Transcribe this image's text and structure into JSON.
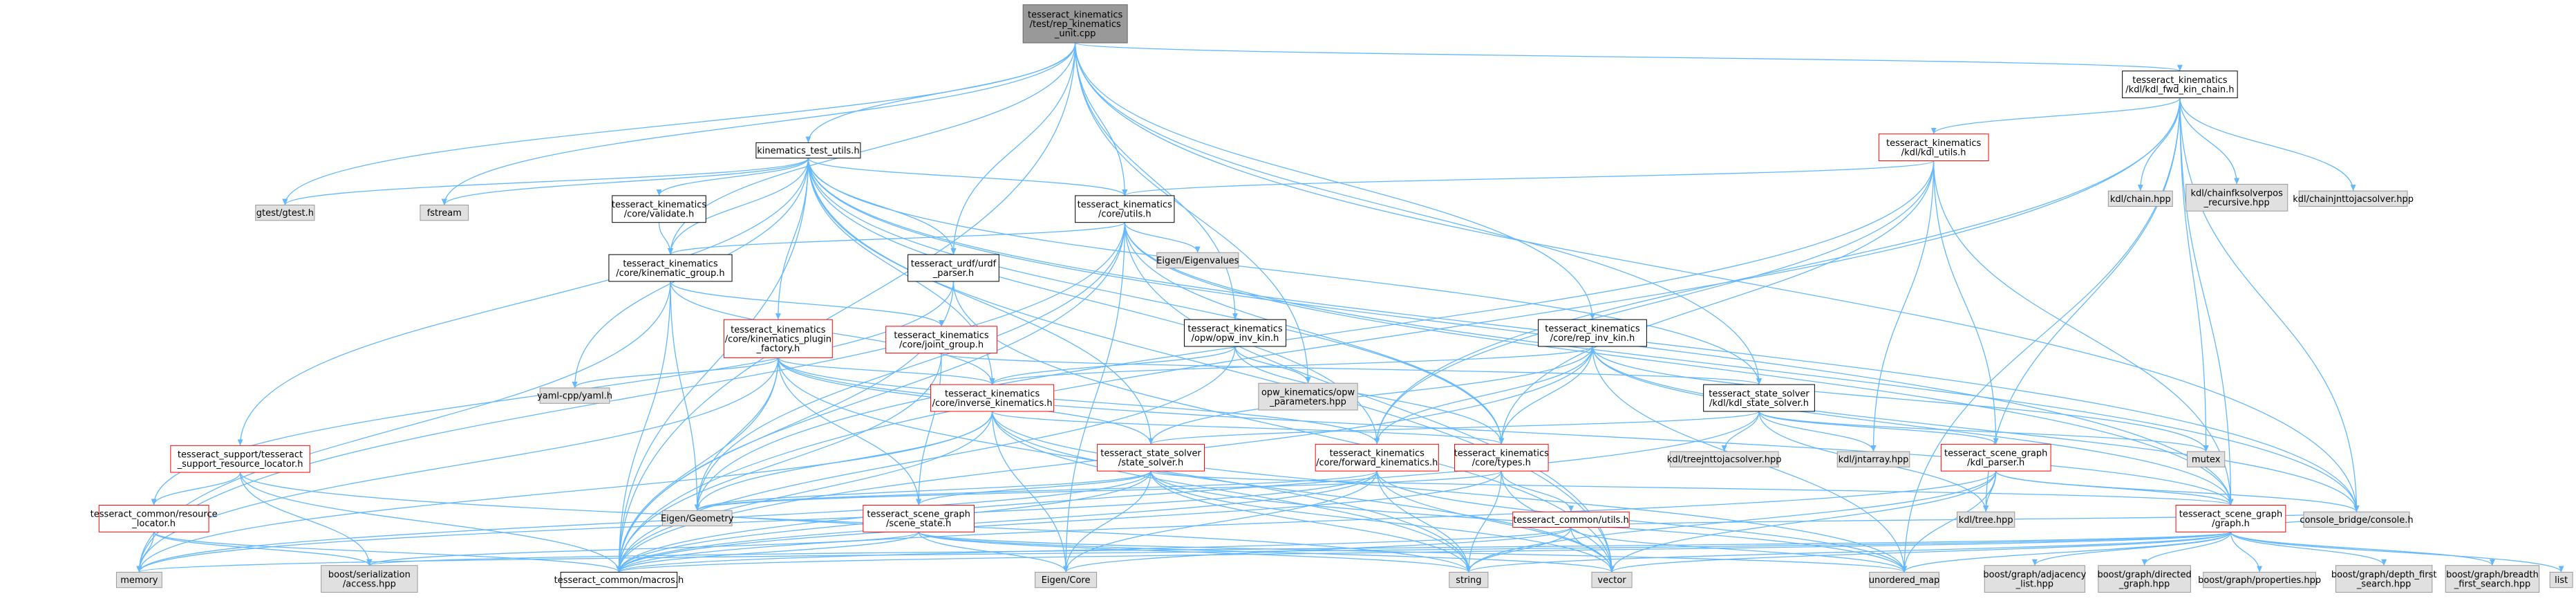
{
  "page": {
    "title": "Include dependency graph for rep_kinematics_unit.cpp"
  },
  "colors": {
    "edge": "#63b8ff",
    "root_fill": "#999999",
    "root_border": "#666666",
    "plain_fill": "#ffffff",
    "plain_border": "#000000",
    "linked_fill": "#ffffff",
    "linked_border": "#ff0000",
    "external_fill": "#e0e0e0",
    "external_border": "#999999"
  },
  "nodes": [
    {
      "id": "root",
      "lines": [
        "tesseract_kinematics",
        "/test/rep_kinematics",
        "_unit.cpp"
      ],
      "style": "root"
    },
    {
      "id": "kdl_fwd",
      "lines": [
        "tesseract_kinematics",
        "/kdl/kdl_fwd_kin_chain.h"
      ],
      "style": "plain"
    },
    {
      "id": "kin_test_utils",
      "lines": [
        "kinematics_test_utils.h"
      ],
      "style": "plain"
    },
    {
      "id": "kdl_utils",
      "lines": [
        "tesseract_kinematics",
        "/kdl/kdl_utils.h"
      ],
      "style": "linked"
    },
    {
      "id": "kdl_chain",
      "lines": [
        "kdl/chain.hpp"
      ],
      "style": "external"
    },
    {
      "id": "kdl_fksolver",
      "lines": [
        "kdl/chainfksolverpos",
        "_recursive.hpp"
      ],
      "style": "external"
    },
    {
      "id": "kdl_jnttojac",
      "lines": [
        "kdl/chainjnttojacsolver.hpp"
      ],
      "style": "external"
    },
    {
      "id": "gtest",
      "lines": [
        "gtest/gtest.h"
      ],
      "style": "external"
    },
    {
      "id": "fstream",
      "lines": [
        "fstream"
      ],
      "style": "external"
    },
    {
      "id": "core_validate",
      "lines": [
        "tesseract_kinematics",
        "/core/validate.h"
      ],
      "style": "plain"
    },
    {
      "id": "core_utils",
      "lines": [
        "tesseract_kinematics",
        "/core/utils.h"
      ],
      "style": "plain"
    },
    {
      "id": "eigenvalues",
      "lines": [
        "Eigen/Eigenvalues"
      ],
      "style": "external"
    },
    {
      "id": "core_kin_group",
      "lines": [
        "tesseract_kinematics",
        "/core/kinematic_group.h"
      ],
      "style": "plain"
    },
    {
      "id": "urdf_parser",
      "lines": [
        "tesseract_urdf/urdf",
        "_parser.h"
      ],
      "style": "plain"
    },
    {
      "id": "plugin_factory",
      "lines": [
        "tesseract_kinematics",
        "/core/kinematics_plugin",
        "_factory.h"
      ],
      "style": "linked"
    },
    {
      "id": "joint_group",
      "lines": [
        "tesseract_kinematics",
        "/core/joint_group.h"
      ],
      "style": "linked"
    },
    {
      "id": "opw_inv",
      "lines": [
        "tesseract_kinematics",
        "/opw/opw_inv_kin.h"
      ],
      "style": "plain"
    },
    {
      "id": "rep_inv",
      "lines": [
        "tesseract_kinematics",
        "/core/rep_inv_kin.h"
      ],
      "style": "plain"
    },
    {
      "id": "yaml",
      "lines": [
        "yaml-cpp/yaml.h"
      ],
      "style": "external"
    },
    {
      "id": "opw_params",
      "lines": [
        "opw_kinematics/opw",
        "_parameters.hpp"
      ],
      "style": "external"
    },
    {
      "id": "inv_kin",
      "lines": [
        "tesseract_kinematics",
        "/core/inverse_kinematics.h"
      ],
      "style": "linked"
    },
    {
      "id": "kdl_state_solver",
      "lines": [
        "tesseract_state_solver",
        "/kdl/kdl_state_solver.h"
      ],
      "style": "plain"
    },
    {
      "id": "resource_locator_sup",
      "lines": [
        "tesseract_support/tesseract",
        "_support_resource_locator.h"
      ],
      "style": "linked"
    },
    {
      "id": "resource_locator",
      "lines": [
        "tesseract_common/resource",
        "_locator.h"
      ],
      "style": "linked"
    },
    {
      "id": "state_solver",
      "lines": [
        "tesseract_state_solver",
        "/state_solver.h"
      ],
      "style": "linked"
    },
    {
      "id": "fwd_kin",
      "lines": [
        "tesseract_kinematics",
        "/core/forward_kinematics.h"
      ],
      "style": "linked"
    },
    {
      "id": "core_types",
      "lines": [
        "tesseract_kinematics",
        "/core/types.h"
      ],
      "style": "linked"
    },
    {
      "id": "kdl_treejnt",
      "lines": [
        "kdl/treejnttojacsolver.hpp"
      ],
      "style": "external"
    },
    {
      "id": "kdl_jntarray",
      "lines": [
        "kdl/jntarray.hpp"
      ],
      "style": "external"
    },
    {
      "id": "mutex",
      "lines": [
        "mutex"
      ],
      "style": "external"
    },
    {
      "id": "kdl_parser",
      "lines": [
        "tesseract_scene_graph",
        "/kdl_parser.h"
      ],
      "style": "linked"
    },
    {
      "id": "eigen_geometry",
      "lines": [
        "Eigen/Geometry"
      ],
      "style": "external"
    },
    {
      "id": "scene_state",
      "lines": [
        "tesseract_scene_graph",
        "/scene_state.h"
      ],
      "style": "linked"
    },
    {
      "id": "common_utils",
      "lines": [
        "tesseract_common/utils.h"
      ],
      "style": "linked"
    },
    {
      "id": "kdl_tree",
      "lines": [
        "kdl/tree.hpp"
      ],
      "style": "external"
    },
    {
      "id": "sg_graph",
      "lines": [
        "tesseract_scene_graph",
        "/graph.h"
      ],
      "style": "linked"
    },
    {
      "id": "console_bridge",
      "lines": [
        "console_bridge/console.h"
      ],
      "style": "external"
    },
    {
      "id": "memory",
      "lines": [
        "memory"
      ],
      "style": "external"
    },
    {
      "id": "boost_serial",
      "lines": [
        "boost/serialization",
        "/access.hpp"
      ],
      "style": "external"
    },
    {
      "id": "common_macros",
      "lines": [
        "tesseract_common/macros.h"
      ],
      "style": "plain"
    },
    {
      "id": "eigen_core",
      "lines": [
        "Eigen/Core"
      ],
      "style": "external"
    },
    {
      "id": "string",
      "lines": [
        "string"
      ],
      "style": "external"
    },
    {
      "id": "vector",
      "lines": [
        "vector"
      ],
      "style": "external"
    },
    {
      "id": "unordered_map",
      "lines": [
        "unordered_map"
      ],
      "style": "external"
    },
    {
      "id": "bg_adjacency",
      "lines": [
        "boost/graph/adjacency",
        "_list.hpp"
      ],
      "style": "external"
    },
    {
      "id": "bg_directed",
      "lines": [
        "boost/graph/directed",
        "_graph.hpp"
      ],
      "style": "external"
    },
    {
      "id": "bg_properties",
      "lines": [
        "boost/graph/properties.hpp"
      ],
      "style": "external"
    },
    {
      "id": "bg_dfs",
      "lines": [
        "boost/graph/depth_first",
        "_search.hpp"
      ],
      "style": "external"
    },
    {
      "id": "bg_bfs",
      "lines": [
        "boost/graph/breadth",
        "_first_search.hpp"
      ],
      "style": "external"
    },
    {
      "id": "list",
      "lines": [
        "list"
      ],
      "style": "external"
    }
  ],
  "edges": [
    [
      "root",
      "kdl_fwd"
    ],
    [
      "root",
      "kin_test_utils"
    ],
    [
      "root",
      "gtest"
    ],
    [
      "root",
      "fstream"
    ],
    [
      "root",
      "core_utils"
    ],
    [
      "root",
      "urdf_parser"
    ],
    [
      "root",
      "opw_inv"
    ],
    [
      "root",
      "rep_inv"
    ],
    [
      "root",
      "opw_params"
    ],
    [
      "root",
      "kdl_state_solver"
    ],
    [
      "root",
      "core_kin_group"
    ],
    [
      "root",
      "common_macros"
    ],
    [
      "root",
      "console_bridge"
    ],
    [
      "kdl_fwd",
      "kdl_utils"
    ],
    [
      "kdl_fwd",
      "kdl_chain"
    ],
    [
      "kdl_fwd",
      "kdl_fksolver"
    ],
    [
      "kdl_fwd",
      "kdl_jnttojac"
    ],
    [
      "kdl_fwd",
      "mutex"
    ],
    [
      "kdl_fwd",
      "console_bridge"
    ],
    [
      "kdl_fwd",
      "sg_graph"
    ],
    [
      "kdl_fwd",
      "fwd_kin"
    ],
    [
      "kdl_fwd",
      "common_macros"
    ],
    [
      "kdl_fwd",
      "unordered_map"
    ],
    [
      "kdl_fwd",
      "kdl_tree"
    ],
    [
      "kdl_utils",
      "core_utils"
    ],
    [
      "kdl_utils",
      "kdl_jntarray"
    ],
    [
      "kdl_utils",
      "kdl_parser"
    ],
    [
      "kdl_utils",
      "core_types"
    ],
    [
      "kdl_utils",
      "sg_graph"
    ],
    [
      "kdl_utils",
      "eigen_geometry"
    ],
    [
      "kdl_utils",
      "fwd_kin"
    ],
    [
      "kin_test_utils",
      "gtest"
    ],
    [
      "kin_test_utils",
      "fstream"
    ],
    [
      "kin_test_utils",
      "core_validate"
    ],
    [
      "kin_test_utils",
      "core_utils"
    ],
    [
      "kin_test_utils",
      "core_kin_group"
    ],
    [
      "kin_test_utils",
      "urdf_parser"
    ],
    [
      "kin_test_utils",
      "plugin_factory"
    ],
    [
      "kin_test_utils",
      "yaml"
    ],
    [
      "kin_test_utils",
      "resource_locator_sup"
    ],
    [
      "kin_test_utils",
      "fwd_kin"
    ],
    [
      "kin_test_utils",
      "inv_kin"
    ],
    [
      "kin_test_utils",
      "core_types"
    ],
    [
      "kin_test_utils",
      "sg_graph"
    ],
    [
      "kin_test_utils",
      "kdl_state_solver"
    ],
    [
      "kin_test_utils",
      "console_bridge"
    ],
    [
      "kin_test_utils",
      "common_macros"
    ],
    [
      "kin_test_utils",
      "vector"
    ],
    [
      "kin_test_utils",
      "state_solver"
    ],
    [
      "core_validate",
      "core_kin_group"
    ],
    [
      "core_utils",
      "core_kin_group"
    ],
    [
      "core_utils",
      "eigenvalues"
    ],
    [
      "core_utils",
      "core_types"
    ],
    [
      "core_utils",
      "sg_graph"
    ],
    [
      "core_utils",
      "eigen_core"
    ],
    [
      "core_utils",
      "console_bridge"
    ],
    [
      "core_utils",
      "common_macros"
    ],
    [
      "core_utils",
      "eigen_geometry"
    ],
    [
      "core_utils",
      "vector"
    ],
    [
      "core_utils",
      "memory"
    ],
    [
      "core_kin_group",
      "joint_group"
    ],
    [
      "core_kin_group",
      "inv_kin"
    ],
    [
      "core_kin_group",
      "common_macros"
    ],
    [
      "core_kin_group",
      "memory"
    ],
    [
      "core_kin_group",
      "eigen_geometry"
    ],
    [
      "urdf_parser",
      "common_macros"
    ],
    [
      "urdf_parser",
      "resource_locator"
    ],
    [
      "urdf_parser",
      "vector"
    ],
    [
      "plugin_factory",
      "yaml"
    ],
    [
      "plugin_factory",
      "inv_kin"
    ],
    [
      "plugin_factory",
      "fwd_kin"
    ],
    [
      "plugin_factory",
      "common_macros"
    ],
    [
      "plugin_factory",
      "scene_state"
    ],
    [
      "plugin_factory",
      "state_solver"
    ],
    [
      "plugin_factory",
      "memory"
    ],
    [
      "plugin_factory",
      "string"
    ],
    [
      "plugin_factory",
      "sg_graph"
    ],
    [
      "plugin_factory",
      "eigen_geometry"
    ],
    [
      "joint_group",
      "scene_state"
    ],
    [
      "joint_group",
      "kdl_state_solver"
    ],
    [
      "joint_group",
      "common_macros"
    ],
    [
      "opw_inv",
      "opw_params"
    ],
    [
      "opw_inv",
      "inv_kin"
    ],
    [
      "opw_inv",
      "core_types"
    ],
    [
      "opw_inv",
      "common_macros"
    ],
    [
      "rep_inv",
      "inv_kin"
    ],
    [
      "rep_inv",
      "fwd_kin"
    ],
    [
      "rep_inv",
      "core_types"
    ],
    [
      "rep_inv",
      "sg_graph"
    ],
    [
      "rep_inv",
      "console_bridge"
    ],
    [
      "rep_inv",
      "common_macros"
    ],
    [
      "rep_inv",
      "mutex"
    ],
    [
      "rep_inv",
      "state_solver"
    ],
    [
      "rep_inv",
      "unordered_map"
    ],
    [
      "inv_kin",
      "common_macros"
    ],
    [
      "inv_kin",
      "eigen_core"
    ],
    [
      "inv_kin",
      "eigen_geometry"
    ],
    [
      "inv_kin",
      "vector"
    ],
    [
      "inv_kin",
      "unordered_map"
    ],
    [
      "inv_kin",
      "string"
    ],
    [
      "inv_kin",
      "memory"
    ],
    [
      "inv_kin",
      "core_types"
    ],
    [
      "kdl_state_solver",
      "kdl_treejnt"
    ],
    [
      "kdl_state_solver",
      "kdl_jntarray"
    ],
    [
      "kdl_state_solver",
      "mutex"
    ],
    [
      "kdl_state_solver",
      "kdl_parser"
    ],
    [
      "kdl_state_solver",
      "state_solver"
    ],
    [
      "kdl_state_solver",
      "common_macros"
    ],
    [
      "kdl_state_solver",
      "kdl_tree"
    ],
    [
      "resource_locator_sup",
      "resource_locator"
    ],
    [
      "resource_locator_sup",
      "common_macros"
    ],
    [
      "resource_locator_sup",
      "boost_serial"
    ],
    [
      "resource_locator_sup",
      "string"
    ],
    [
      "resource_locator",
      "common_macros"
    ],
    [
      "resource_locator",
      "memory"
    ],
    [
      "resource_locator",
      "boost_serial"
    ],
    [
      "state_solver",
      "scene_state"
    ],
    [
      "state_solver",
      "sg_graph"
    ],
    [
      "state_solver",
      "common_macros"
    ],
    [
      "state_solver",
      "eigen_core"
    ],
    [
      "state_solver",
      "eigen_geometry"
    ],
    [
      "state_solver",
      "vector"
    ],
    [
      "state_solver",
      "string"
    ],
    [
      "state_solver",
      "unordered_map"
    ],
    [
      "state_solver",
      "memory"
    ],
    [
      "fwd_kin",
      "common_macros"
    ],
    [
      "fwd_kin",
      "eigen_core"
    ],
    [
      "fwd_kin",
      "eigen_geometry"
    ],
    [
      "fwd_kin",
      "vector"
    ],
    [
      "fwd_kin",
      "unordered_map"
    ],
    [
      "fwd_kin",
      "string"
    ],
    [
      "fwd_kin",
      "memory"
    ],
    [
      "core_types",
      "common_utils"
    ],
    [
      "core_types",
      "common_macros"
    ],
    [
      "core_types",
      "eigen_geometry"
    ],
    [
      "core_types",
      "vector"
    ],
    [
      "core_types",
      "string"
    ],
    [
      "kdl_parser",
      "kdl_tree"
    ],
    [
      "kdl_parser",
      "sg_graph"
    ],
    [
      "kdl_parser",
      "common_macros"
    ],
    [
      "kdl_parser",
      "console_bridge"
    ],
    [
      "kdl_parser",
      "unordered_map"
    ],
    [
      "kdl_parser",
      "string"
    ],
    [
      "kdl_parser",
      "vector"
    ],
    [
      "scene_state",
      "common_macros"
    ],
    [
      "scene_state",
      "eigen_core"
    ],
    [
      "scene_state",
      "eigen_geometry"
    ],
    [
      "scene_state",
      "unordered_map"
    ],
    [
      "scene_state",
      "string"
    ],
    [
      "scene_state",
      "vector"
    ],
    [
      "scene_state",
      "boost_serial"
    ],
    [
      "common_utils",
      "common_macros"
    ],
    [
      "common_utils",
      "eigen_core"
    ],
    [
      "common_utils",
      "vector"
    ],
    [
      "common_utils",
      "string"
    ],
    [
      "common_utils",
      "console_bridge"
    ],
    [
      "common_utils",
      "unordered_map"
    ],
    [
      "sg_graph",
      "common_macros"
    ],
    [
      "sg_graph",
      "bg_adjacency"
    ],
    [
      "sg_graph",
      "bg_directed"
    ],
    [
      "sg_graph",
      "bg_properties"
    ],
    [
      "sg_graph",
      "bg_dfs"
    ],
    [
      "sg_graph",
      "bg_bfs"
    ],
    [
      "sg_graph",
      "list"
    ],
    [
      "sg_graph",
      "string"
    ],
    [
      "sg_graph",
      "unordered_map"
    ],
    [
      "sg_graph",
      "memory"
    ],
    [
      "sg_graph",
      "boost_serial"
    ],
    [
      "sg_graph",
      "vector"
    ],
    [
      "sg_graph",
      "console_bridge"
    ]
  ]
}
